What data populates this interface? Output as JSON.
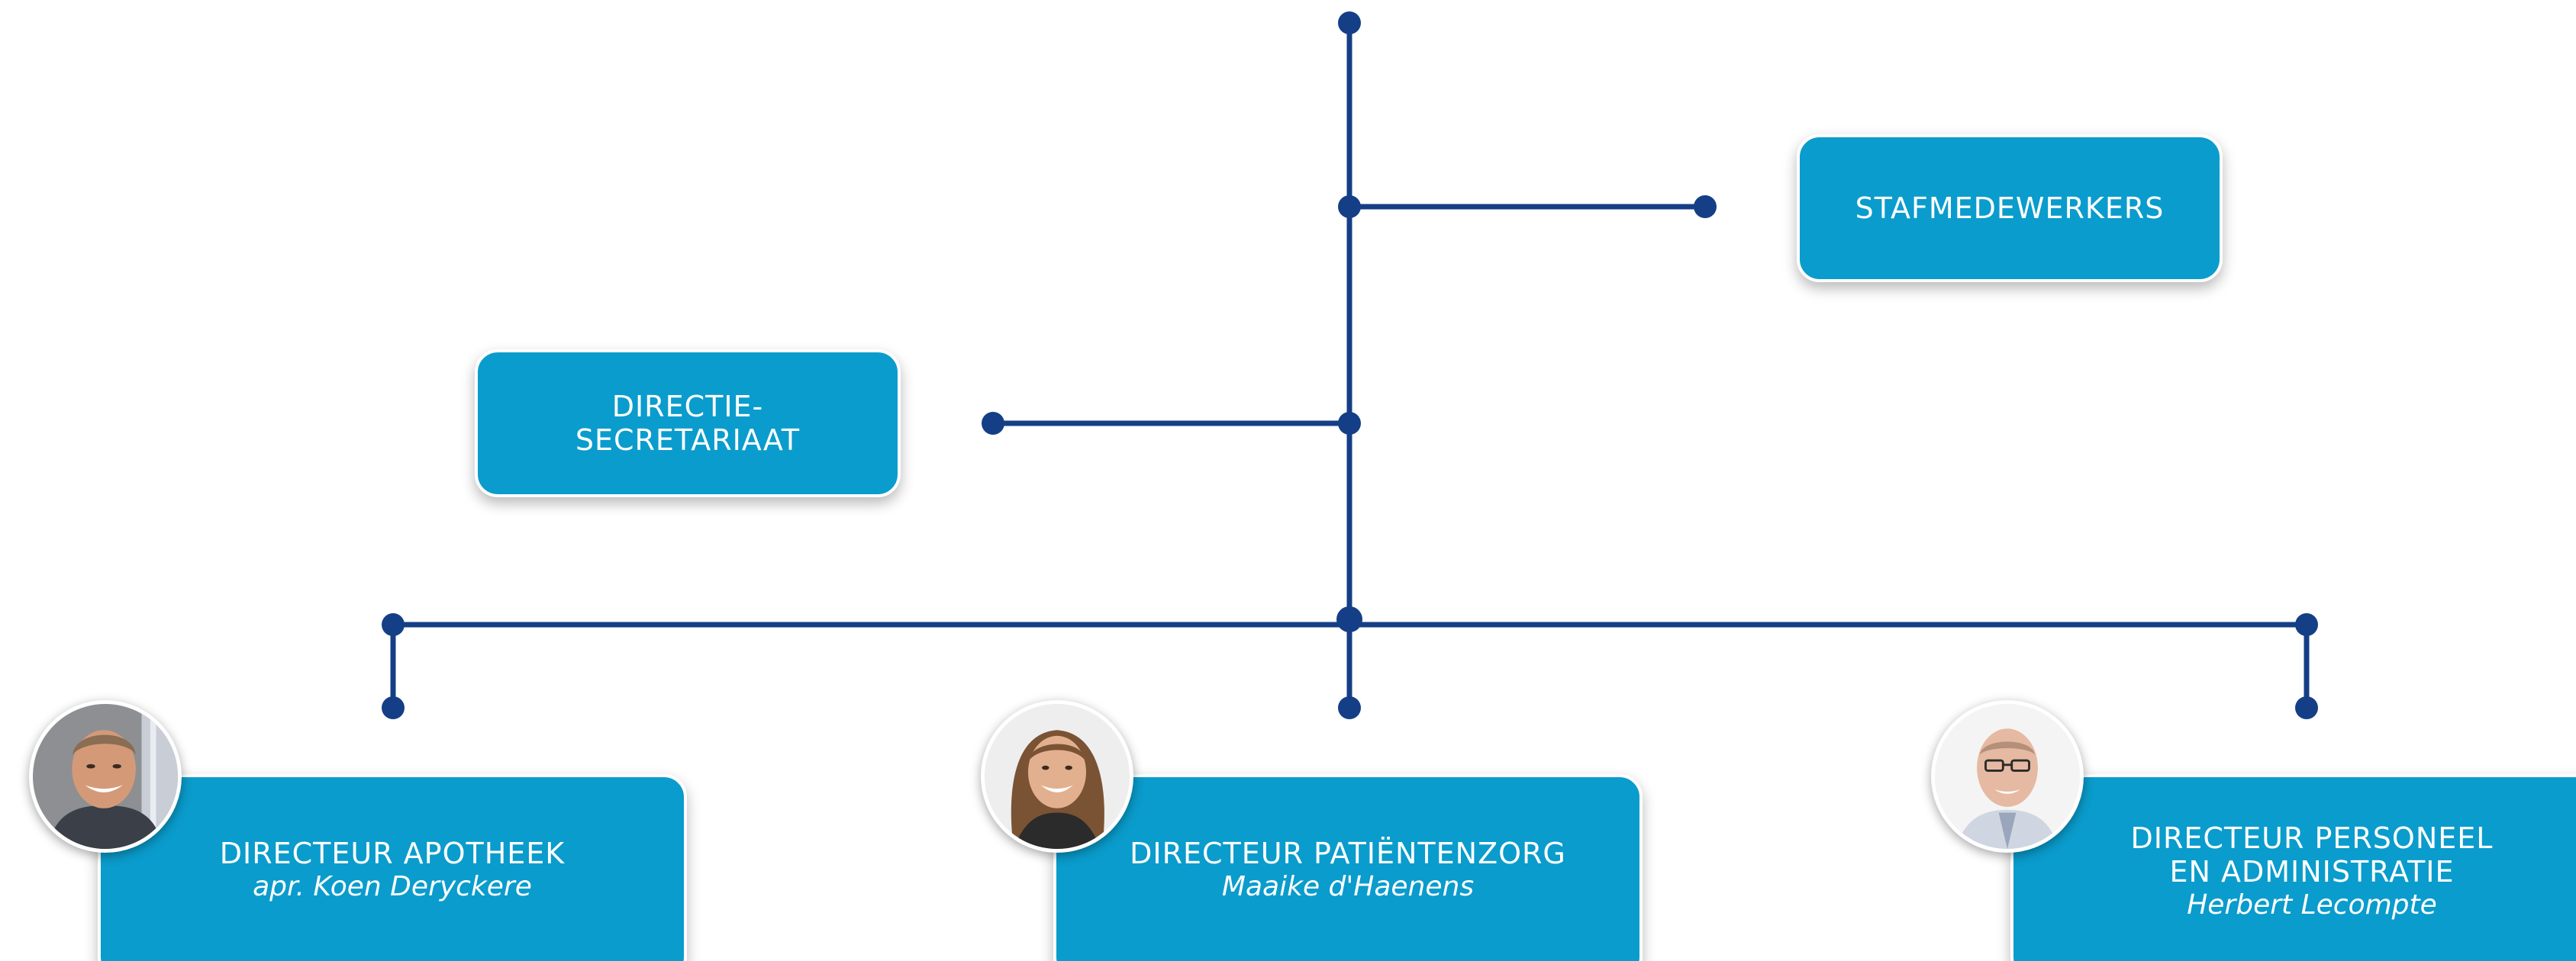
{
  "colors": {
    "line": "#143f86",
    "box": "#0a9ccc",
    "text": "#ffffff"
  },
  "staff": {
    "title": "STAFMEDEWERKERS"
  },
  "secretariat": {
    "line1": "DIRECTIE-",
    "line2": "SECRETARIAAT"
  },
  "directors": [
    {
      "title": "DIRECTEUR APOTHEEK",
      "name": "apr. Koen Deryckere",
      "photo": "portrait-photo-man-smiling"
    },
    {
      "title": "DIRECTEUR PATIËNTENZORG",
      "name": "Maaike d'Haenens",
      "photo": "portrait-photo-woman-smiling"
    },
    {
      "title_line1": "DIRECTEUR PERSONEEL",
      "title_line2": "EN ADMINISTRATIE",
      "name": "Herbert Lecompte",
      "photo": "portrait-photo-man-glasses"
    }
  ]
}
